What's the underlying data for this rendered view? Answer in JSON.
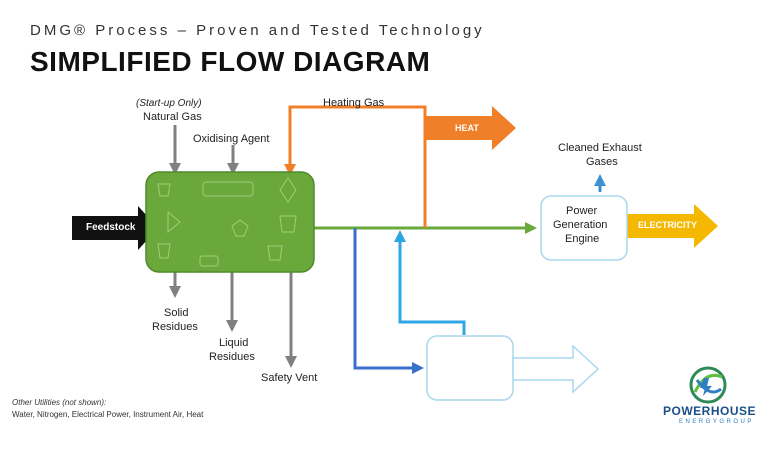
{
  "header": {
    "supertitle": "DMG® Process – Proven and Tested Technology",
    "title": "SIMPLIFIED FLOW DIAGRAM"
  },
  "inputs": {
    "startup_note": "(Start-up Only)",
    "natural_gas": "Natural Gas",
    "oxidising_agent": "Oxidising Agent",
    "feedstock": "Feedstock"
  },
  "streams": {
    "heating_gas": "Heating Gas",
    "heat": "HEAT",
    "cleaned_exhaust_line1": "Cleaned Exhaust",
    "cleaned_exhaust_line2": "Gases",
    "electricity": "ELECTRICITY"
  },
  "engine": {
    "line1": "Power",
    "line2": "Generation",
    "line3": "Engine"
  },
  "outputs": {
    "solid_line1": "Solid",
    "solid_line2": "Residues",
    "liquid_line1": "Liquid",
    "liquid_line2": "Residues",
    "safety_vent": "Safety Vent"
  },
  "footnote": {
    "title": "Other Utilities (not shown):",
    "text": "Water, Nitrogen, Electrical Power, Instrument Air, Heat"
  },
  "logo": {
    "name": "POWERHOUSE",
    "sub": "ENERGYGROUP"
  },
  "colors": {
    "reactor": "#6aa83c",
    "reactor_stroke": "#4f8a2b",
    "gas_line": "#6aa83c",
    "heating": "#f07f2a",
    "electricity": "#f5b800",
    "exhaust": "#3d8fd6",
    "blue_dark": "#3a6fce",
    "blue_light": "#2fa6e6",
    "future_stroke": "#a9d8ef",
    "grey": "#808080",
    "feedstock": "#111111"
  }
}
